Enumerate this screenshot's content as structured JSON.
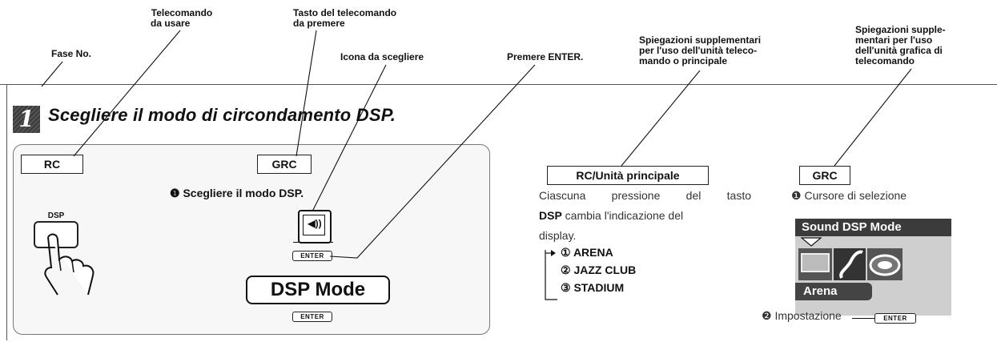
{
  "callouts": {
    "fase_no": "Fase No.",
    "telecomando_1": "Telecomando",
    "telecomando_2": "da usare",
    "tasto_1": "Tasto del telecomando",
    "tasto_2": "da premere",
    "icona": "Icona da scegliere",
    "premere_enter": "Premere ENTER.",
    "spieg_rc_1": "Spiegazioni supplementari",
    "spieg_rc_2": "per l'uso dell'unità teleco-",
    "spieg_rc_3": "mando o principale",
    "spieg_grc_1": "Spiegazioni supple-",
    "spieg_grc_2": "mentari per l'uso",
    "spieg_grc_3": "dell'unità grafica di",
    "spieg_grc_4": "telecomando"
  },
  "step": {
    "number": "1",
    "title": "Scegliere il modo di circondamento DSP."
  },
  "panel": {
    "rc_tag": "RC",
    "grc_tag": "GRC",
    "substep_marker": "❶",
    "substep_text": "Scegliere il modo DSP.",
    "dsp_key_label": "DSP",
    "icon_glyph": "◀))",
    "enter_key": "ENTER",
    "mode_button": "DSP Mode"
  },
  "right": {
    "rc_unit_tag": "RC/Unità principale",
    "desc_1": "Ciascuna pressione del tasto",
    "desc_2_bold": "DSP",
    "desc_2_rest": " cambia l'indicazione del",
    "desc_3": "display.",
    "options": [
      {
        "num": "①",
        "label": "ARENA"
      },
      {
        "num": "②",
        "label": "JAZZ CLUB"
      },
      {
        "num": "③",
        "label": "STADIUM"
      }
    ],
    "grc_tag": "GRC",
    "cursor_marker": "❶",
    "cursor_text": "Cursore di selezione",
    "gui_title": "Sound DSP Mode",
    "gui_selected": "Arena",
    "setting_marker": "❷",
    "setting_text": "Impostazione",
    "enter_key": "ENTER"
  }
}
